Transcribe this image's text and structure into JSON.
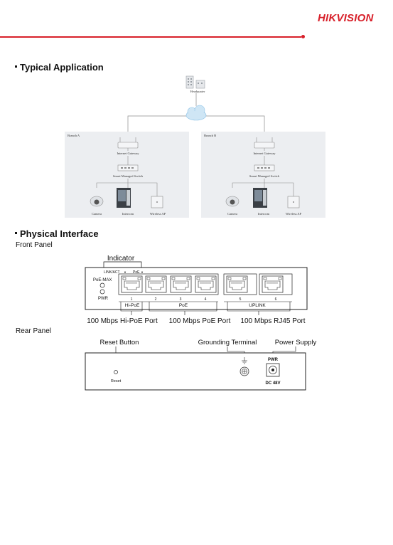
{
  "brand": {
    "logo": "HIKVISION",
    "accent_color": "#d8202a"
  },
  "typical_application": {
    "title": "Typical Application",
    "headquarter": "Headquater",
    "branches": [
      {
        "name": "Branch A",
        "gateway": "Internet Gateway",
        "switch": "Smart Managed Switch",
        "devices": [
          "Camera",
          "Intercom",
          "Wireless AP"
        ]
      },
      {
        "name": "Branch B",
        "gateway": "Internet Gateway",
        "switch": "Smart Managed Switch",
        "devices": [
          "Camera",
          "Intercom",
          "Wireless AP"
        ]
      }
    ]
  },
  "physical_interface": {
    "title": "Physical Interface",
    "front_panel": {
      "label": "Front Panel",
      "indicator": "Indicator",
      "link_act": "LINK/ACT",
      "poe_led": "PoE",
      "poe_max": "PoE-MAX",
      "pwr": "PWR",
      "port_numbers": [
        "1",
        "2",
        "3",
        "4",
        "5",
        "6"
      ],
      "group_hipoe": "Hi-PoE",
      "group_poe": "PoE",
      "group_uplink": "UPLINK",
      "captions": [
        "100 Mbps Hi-PoE Port",
        "100 Mbps PoE Port",
        "100 Mbps RJ45 Port"
      ]
    },
    "rear_panel": {
      "label": "Rear Panel",
      "reset_button": "Reset Button",
      "grounding_terminal": "Grounding Terminal",
      "power_supply": "Power Supply",
      "reset": "Reset",
      "pwr": "PWR",
      "dc": "DC 48V"
    }
  }
}
